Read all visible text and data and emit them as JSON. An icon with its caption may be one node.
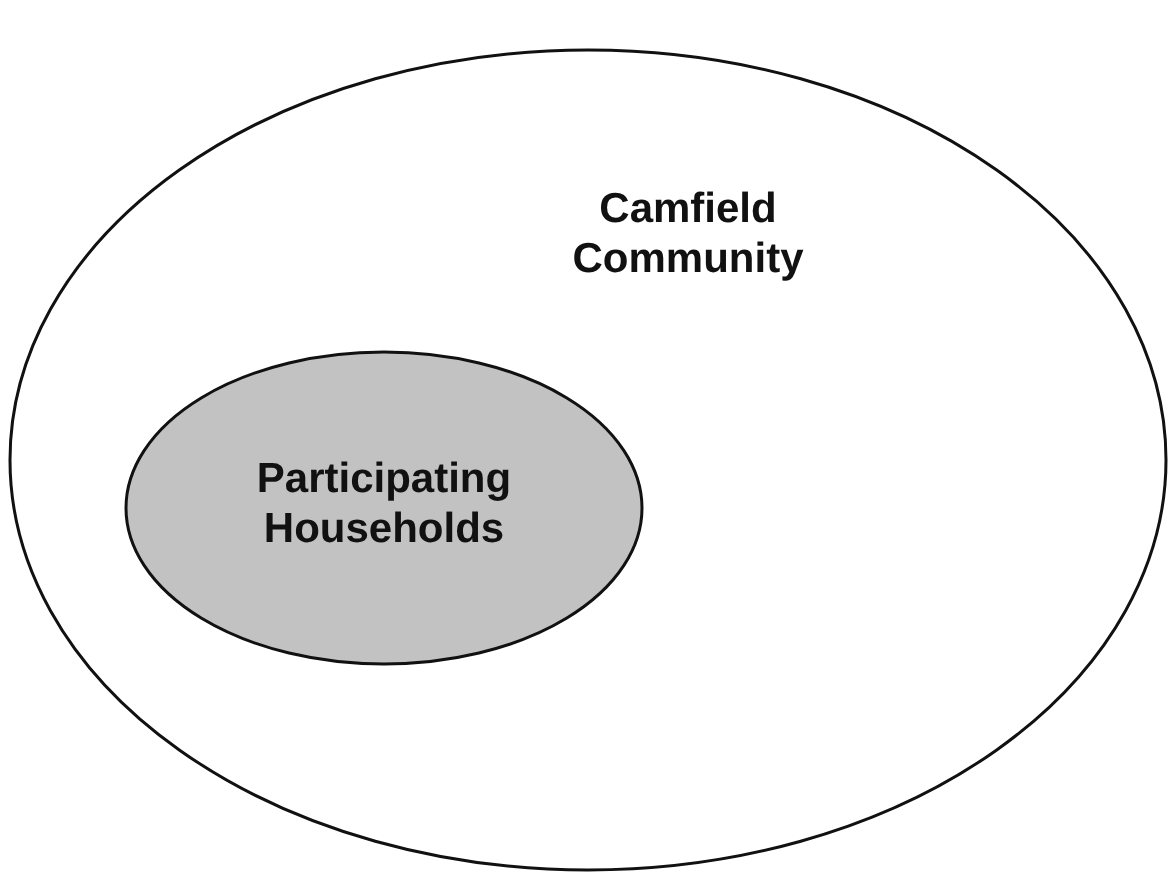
{
  "diagram": {
    "nodes": [
      {
        "text": [
          "Camfield Community"
        ]
      },
      {
        "text": [
          "Participating Households"
        ],
        "in": 0
      }
    ]
  }
}
